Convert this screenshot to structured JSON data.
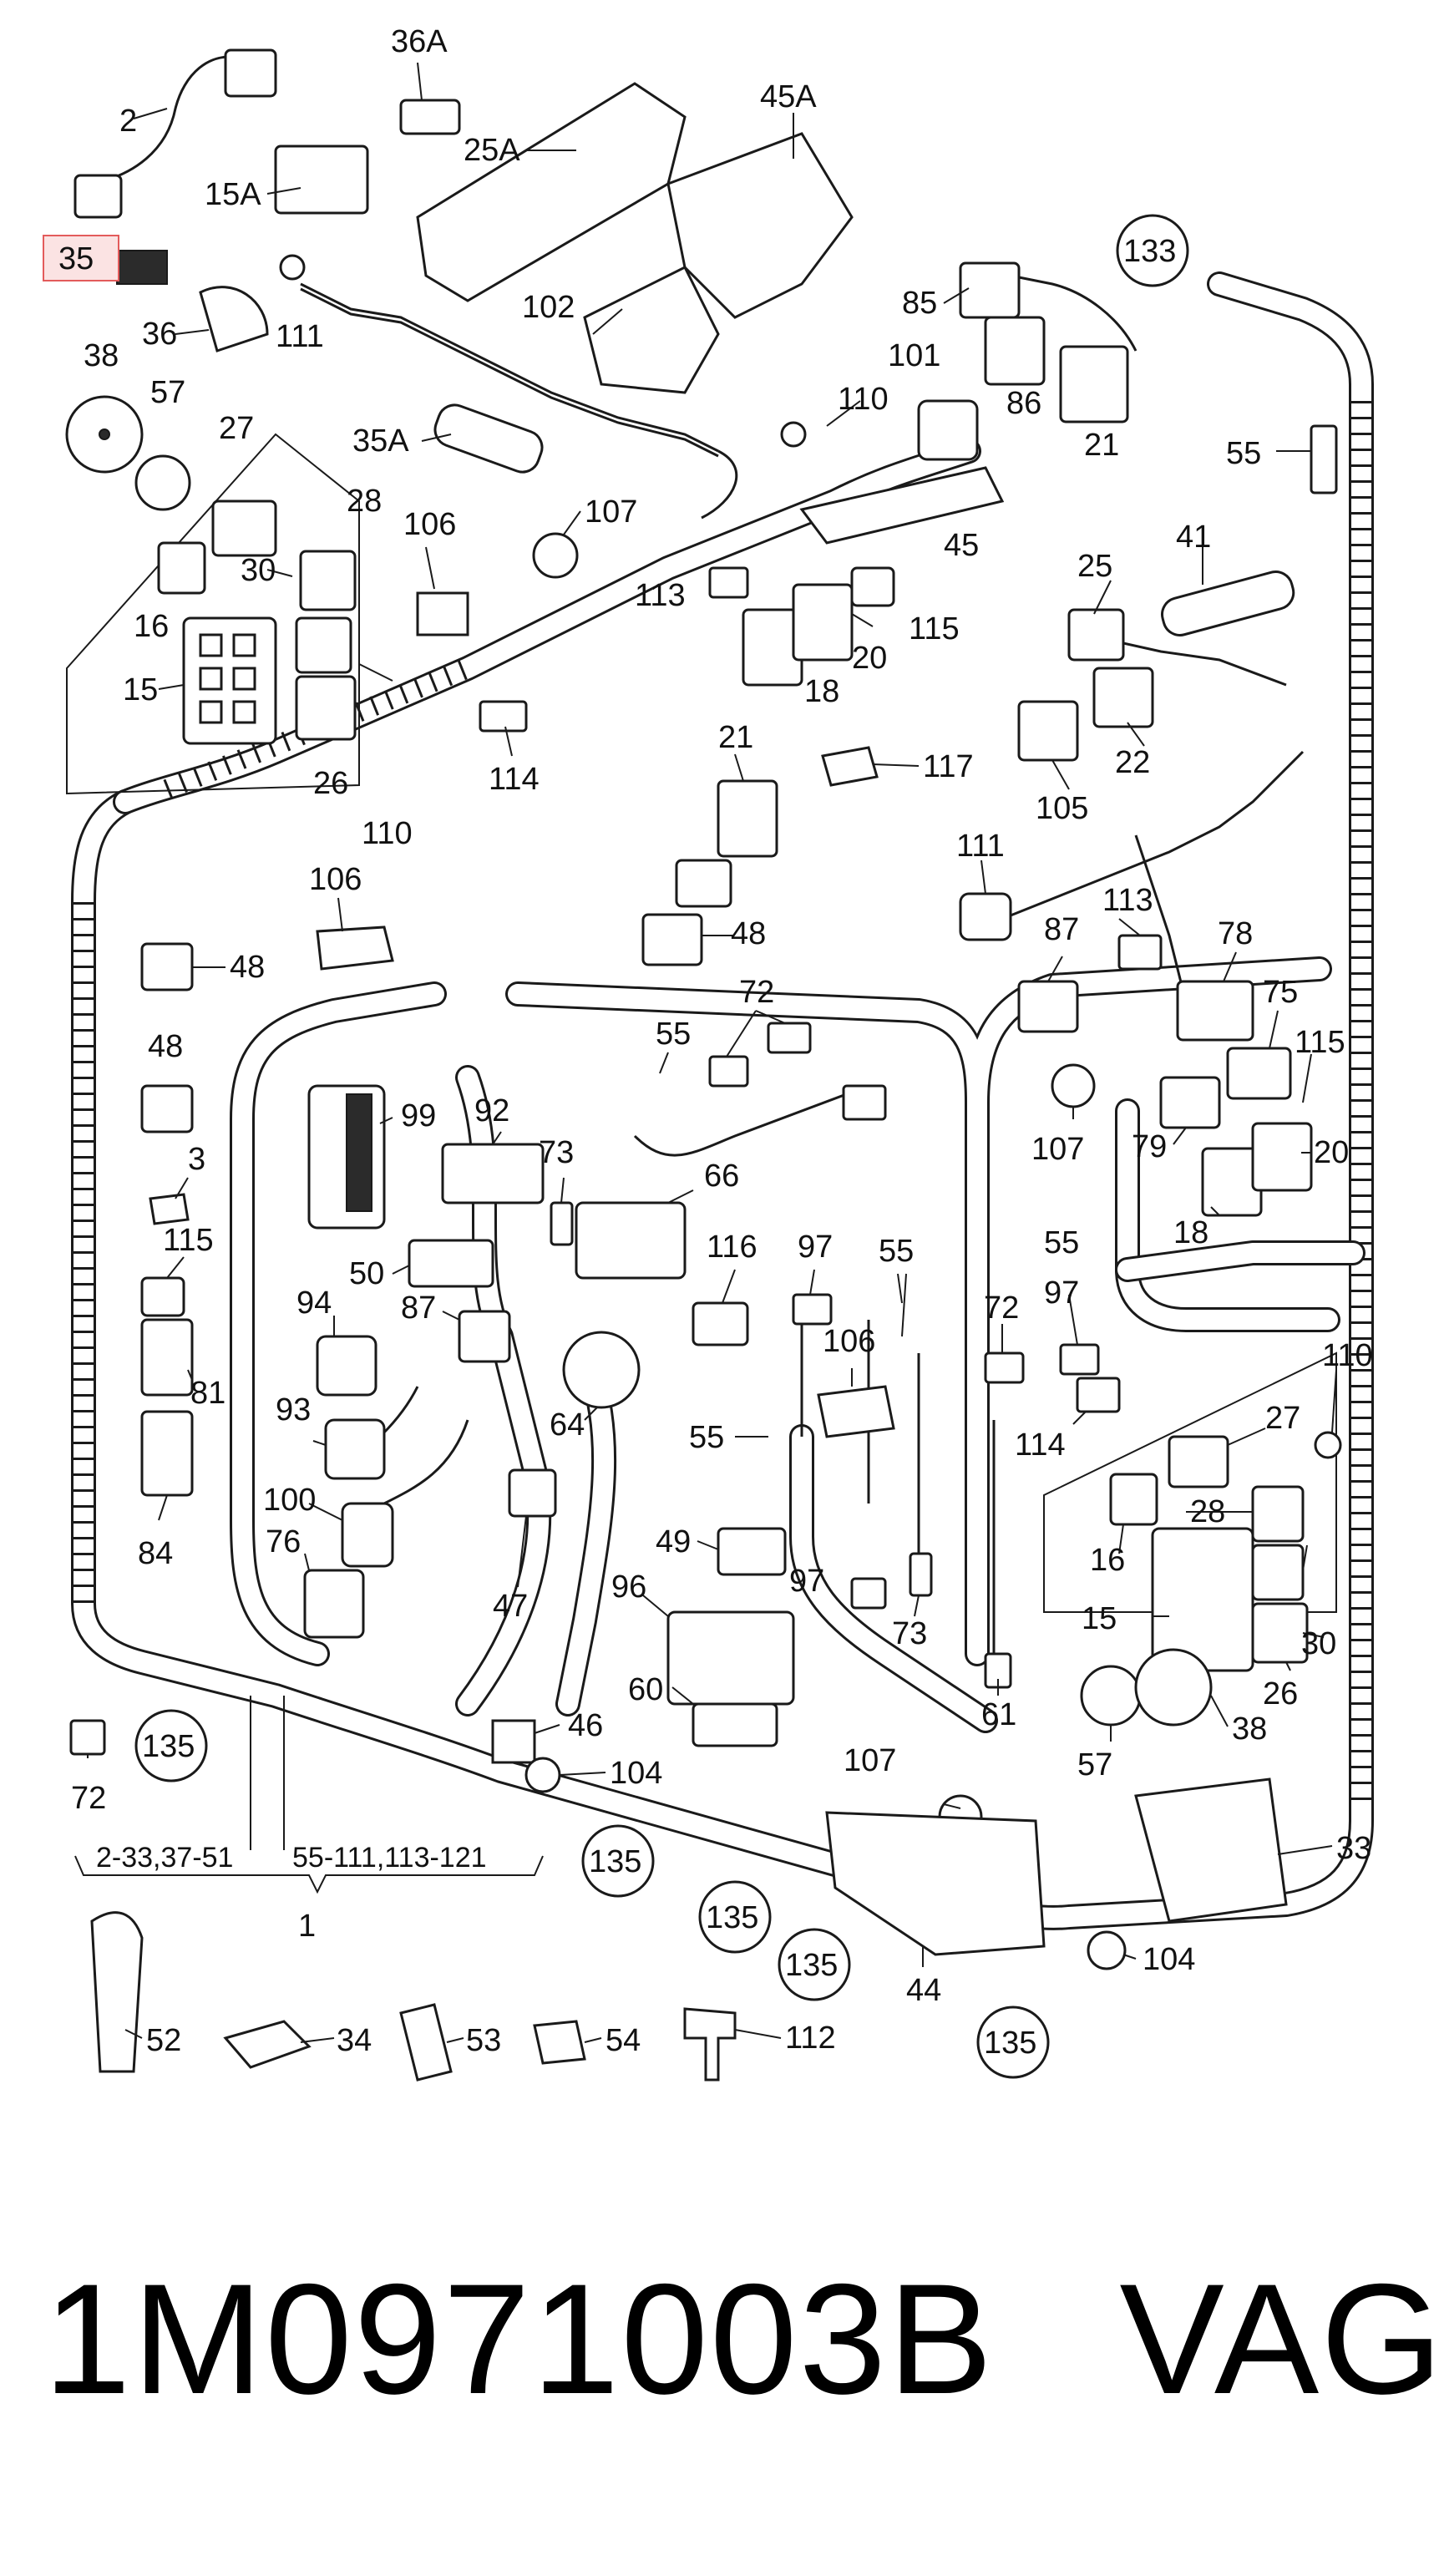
{
  "colors": {
    "line": "#1a1a1a",
    "highlight_stroke": "#e35b5b",
    "highlight_fill": "#fbe3e3",
    "background": "#ffffff"
  },
  "callouts": {
    "c36A": "36A",
    "c2": "2",
    "c25A": "25A",
    "c45A": "45A",
    "c15A": "15A",
    "c35": "35",
    "c133": "133",
    "c36": "36",
    "c111a": "111",
    "c102": "102",
    "c85": "85",
    "c86": "86",
    "c21a": "21",
    "c38a": "38",
    "c57a": "57",
    "c27a": "27",
    "c35A": "35A",
    "c110a": "110",
    "c101": "101",
    "c55a": "55",
    "c28a": "28",
    "c107a": "107",
    "c45": "45",
    "c41": "41",
    "c106a": "106",
    "c30a": "30",
    "c16a": "16",
    "c113a": "113",
    "c115a": "115",
    "c25": "25",
    "c15a": "15",
    "c20a": "20",
    "c18a": "18",
    "c22": "22",
    "c26a": "26",
    "c114a": "114",
    "c110b": "110",
    "c117": "117",
    "c105": "105",
    "c21b": "21",
    "c111b": "111",
    "c113b": "113",
    "c106b": "106",
    "c48a": "48",
    "c48b": "48",
    "c87a": "87",
    "c78": "78",
    "c48c": "48",
    "c72a": "72",
    "c55b": "55",
    "c75": "75",
    "c115b": "115",
    "c99": "99",
    "c92": "92",
    "c73a": "73",
    "c66": "66",
    "c107b": "107",
    "c79": "79",
    "c20b": "20",
    "c3": "3",
    "c115c": "115",
    "c18b": "18",
    "c50": "50",
    "c116": "116",
    "c97a": "97",
    "c55c": "55",
    "c55d": "55",
    "c97b": "97",
    "c72b": "72",
    "c94": "94",
    "c87b": "87",
    "c106c": "106",
    "c81": "81",
    "c110c": "110",
    "c93": "93",
    "c64": "64",
    "c55e": "55",
    "c114b": "114",
    "c27b": "27",
    "c100": "100",
    "c84": "84",
    "c49": "49",
    "c76": "76",
    "c47": "47",
    "c97c": "97",
    "c28b": "28",
    "c16b": "16",
    "c96": "96",
    "c73b": "73",
    "c15b": "15",
    "c30b": "30",
    "c60": "60",
    "c61": "61",
    "c26b": "26",
    "c57b": "57",
    "c38b": "38",
    "c72c": "72",
    "c135a": "135",
    "c46": "46",
    "c104a": "104",
    "c107c": "107",
    "c33": "33",
    "c135b": "135",
    "c135c": "135",
    "c135d": "135",
    "c104b": "104",
    "c44": "44",
    "c135e": "135",
    "c52": "52",
    "c34": "34",
    "c53": "53",
    "c54": "54",
    "c112": "112",
    "range_left": "2-33,37-51",
    "range_right": "55-111,113-121",
    "c1": "1"
  },
  "footer": {
    "part_number": "1M0971003B",
    "brand": "VAG"
  }
}
